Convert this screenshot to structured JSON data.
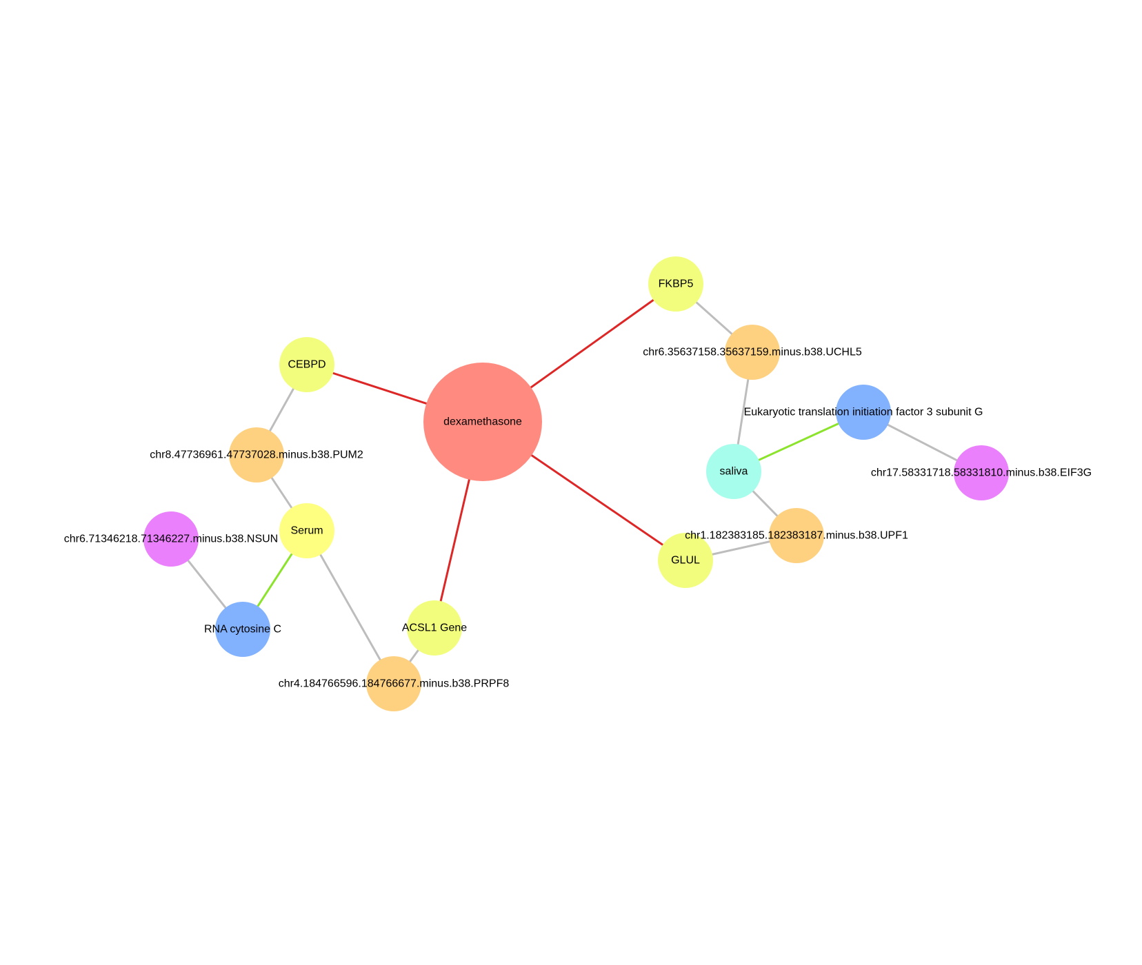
{
  "colors": {
    "drug": "#ff8a80",
    "gene": "#f2fd7e",
    "tissue": "#fefe80",
    "locus": "#fed180",
    "protein": "#82b1fe",
    "probe": "#ea80fc",
    "sample": "#a7fdec",
    "edge_red": "#dd2727",
    "edge_green": "#8be32b",
    "edge_gray": "#bdbdbd"
  },
  "nodes": [
    {
      "id": "dexamethasone",
      "label": "dexamethasone",
      "type": "drug"
    },
    {
      "id": "fkbp5",
      "label": "FKBP5",
      "type": "gene"
    },
    {
      "id": "cebpd",
      "label": "CEBPD",
      "type": "gene"
    },
    {
      "id": "uchl5",
      "label": "chr6.35637158.35637159.minus.b38.UCHL5",
      "type": "locus"
    },
    {
      "id": "eif3g-protein",
      "label": "Eukaryotic translation initiation factor 3 subunit G",
      "type": "protein"
    },
    {
      "id": "pum2",
      "label": "chr8.47736961.47737028.minus.b38.PUM2",
      "type": "locus"
    },
    {
      "id": "saliva",
      "label": "saliva",
      "type": "sample"
    },
    {
      "id": "eif3g-probe",
      "label": "chr17.58331718.58331810.minus.b38.EIF3G",
      "type": "probe"
    },
    {
      "id": "nsun",
      "label": "chr6.71346218.71346227.minus.b38.NSUN",
      "type": "probe"
    },
    {
      "id": "serum",
      "label": "Serum",
      "type": "tissue"
    },
    {
      "id": "upf1",
      "label": "chr1.182383185.182383187.minus.b38.UPF1",
      "type": "locus"
    },
    {
      "id": "glul",
      "label": "GLUL",
      "type": "gene"
    },
    {
      "id": "acsl1",
      "label": "ACSL1 Gene",
      "type": "gene"
    },
    {
      "id": "rna-cytosine",
      "label": "RNA cytosine C",
      "type": "protein"
    },
    {
      "id": "prpf8",
      "label": "chr4.184766596.184766677.minus.b38.PRPF8",
      "type": "locus"
    }
  ],
  "edges": [
    {
      "source": "dexamethasone",
      "target": "fkbp5",
      "type": "red"
    },
    {
      "source": "dexamethasone",
      "target": "cebpd",
      "type": "red"
    },
    {
      "source": "dexamethasone",
      "target": "glul",
      "type": "red"
    },
    {
      "source": "dexamethasone",
      "target": "acsl1",
      "type": "red"
    },
    {
      "source": "fkbp5",
      "target": "uchl5",
      "type": "gray"
    },
    {
      "source": "uchl5",
      "target": "saliva",
      "type": "gray"
    },
    {
      "source": "saliva",
      "target": "eif3g-protein",
      "type": "green"
    },
    {
      "source": "eif3g-protein",
      "target": "eif3g-probe",
      "type": "gray"
    },
    {
      "source": "saliva",
      "target": "upf1",
      "type": "gray"
    },
    {
      "source": "upf1",
      "target": "glul",
      "type": "gray"
    },
    {
      "source": "cebpd",
      "target": "pum2",
      "type": "gray"
    },
    {
      "source": "pum2",
      "target": "serum",
      "type": "gray"
    },
    {
      "source": "serum",
      "target": "rna-cytosine",
      "type": "green"
    },
    {
      "source": "serum",
      "target": "prpf8",
      "type": "gray"
    },
    {
      "source": "nsun",
      "target": "rna-cytosine",
      "type": "gray"
    },
    {
      "source": "prpf8",
      "target": "acsl1",
      "type": "gray"
    }
  ]
}
